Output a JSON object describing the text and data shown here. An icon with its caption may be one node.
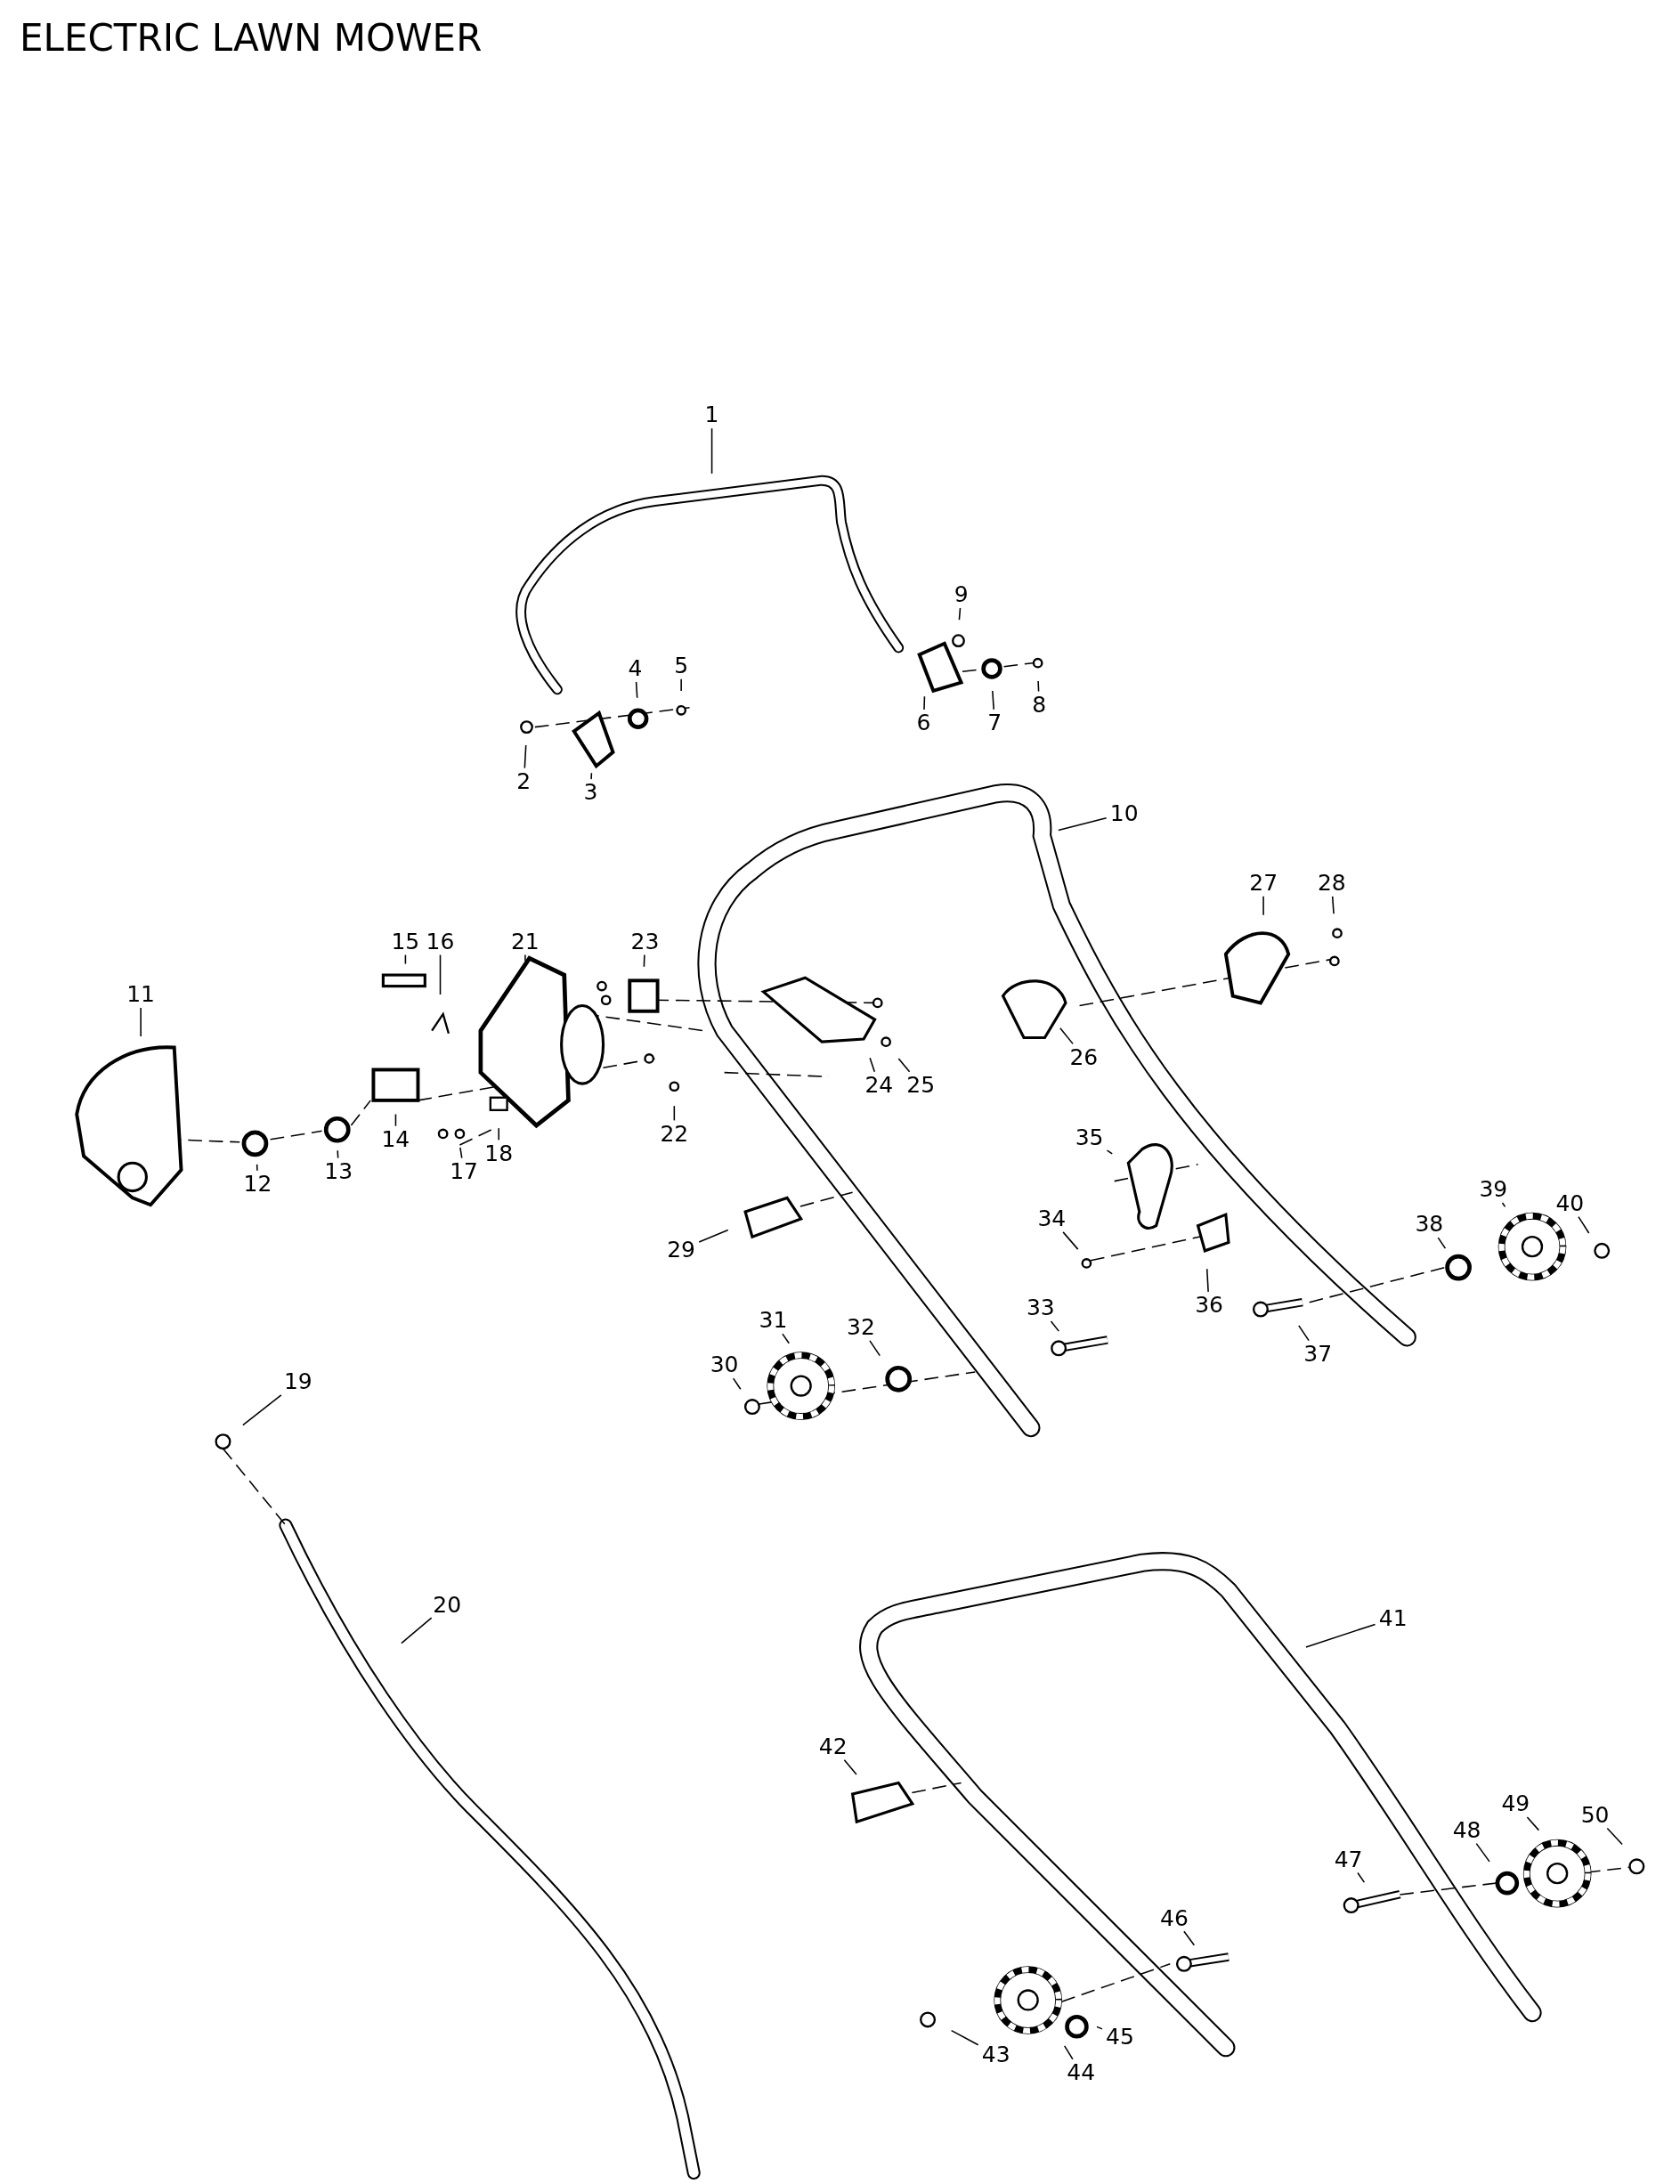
{
  "diagram": {
    "title": "ELECTRIC LAWN MOWER",
    "nodes": [
      {
        "text": [
          "1"
        ]
      },
      {
        "text": [
          "2"
        ]
      },
      {
        "text": [
          "3"
        ]
      },
      {
        "text": [
          "4"
        ]
      },
      {
        "text": [
          "5"
        ]
      },
      {
        "text": [
          "6"
        ]
      },
      {
        "text": [
          "7"
        ]
      },
      {
        "text": [
          "8"
        ]
      },
      {
        "text": [
          "9"
        ]
      },
      {
        "text": [
          "10"
        ]
      },
      {
        "text": [
          "11"
        ]
      },
      {
        "text": [
          "12"
        ]
      },
      {
        "text": [
          "13"
        ]
      },
      {
        "text": [
          "14"
        ]
      },
      {
        "text": [
          "15"
        ]
      },
      {
        "text": [
          "16"
        ]
      },
      {
        "text": [
          "17"
        ]
      },
      {
        "text": [
          "18"
        ]
      },
      {
        "text": [
          "19"
        ]
      },
      {
        "text": [
          "20"
        ]
      },
      {
        "text": [
          "21"
        ]
      },
      {
        "text": [
          "22"
        ]
      },
      {
        "text": [
          "23"
        ]
      },
      {
        "text": [
          "24"
        ]
      },
      {
        "text": [
          "25"
        ]
      },
      {
        "text": [
          "26"
        ]
      },
      {
        "text": [
          "27"
        ]
      },
      {
        "text": [
          "28"
        ]
      },
      {
        "text": [
          "29"
        ]
      },
      {
        "text": [
          "30"
        ]
      },
      {
        "text": [
          "31"
        ]
      },
      {
        "text": [
          "32"
        ]
      },
      {
        "text": [
          "33"
        ]
      },
      {
        "text": [
          "34"
        ]
      },
      {
        "text": [
          "35"
        ]
      },
      {
        "text": [
          "36"
        ]
      },
      {
        "text": [
          "37"
        ]
      },
      {
        "text": [
          "38"
        ]
      },
      {
        "text": [
          "39"
        ]
      },
      {
        "text": [
          "40"
        ]
      },
      {
        "text": [
          "41"
        ]
      },
      {
        "text": [
          "42"
        ]
      },
      {
        "text": [
          "43"
        ]
      },
      {
        "text": [
          "44"
        ]
      },
      {
        "text": [
          "45"
        ]
      },
      {
        "text": [
          "46"
        ]
      },
      {
        "text": [
          "47"
        ]
      },
      {
        "text": [
          "48"
        ]
      },
      {
        "text": [
          "49"
        ]
      },
      {
        "text": [
          "50"
        ]
      }
    ],
    "edges": [
      {
        "from": 0,
        "to": null,
        "arrow": "none"
      },
      {
        "from": 1,
        "to": null,
        "arrow": "none"
      },
      {
        "from": 2,
        "to": null,
        "arrow": "none"
      },
      {
        "from": 3,
        "to": null,
        "arrow": "none"
      },
      {
        "from": 4,
        "to": null,
        "arrow": "none"
      },
      {
        "from": 5,
        "to": null,
        "arrow": "none"
      },
      {
        "from": 6,
        "to": null,
        "arrow": "none"
      },
      {
        "from": 7,
        "to": null,
        "arrow": "none"
      },
      {
        "from": 8,
        "to": null,
        "arrow": "none"
      },
      {
        "from": 9,
        "to": null,
        "arrow": "none"
      },
      {
        "from": 10,
        "to": null,
        "arrow": "none"
      },
      {
        "from": 11,
        "to": null,
        "arrow": "none"
      },
      {
        "from": 12,
        "to": null,
        "arrow": "none"
      },
      {
        "from": 13,
        "to": null,
        "arrow": "none"
      },
      {
        "from": 14,
        "to": null,
        "arrow": "none"
      },
      {
        "from": 15,
        "to": null,
        "arrow": "none"
      },
      {
        "from": 16,
        "to": null,
        "arrow": "none"
      },
      {
        "from": 17,
        "to": null,
        "arrow": "none"
      },
      {
        "from": 18,
        "to": null,
        "arrow": "none"
      },
      {
        "from": 19,
        "to": null,
        "arrow": "none"
      },
      {
        "from": 20,
        "to": null,
        "arrow": "none"
      },
      {
        "from": 21,
        "to": null,
        "arrow": "none"
      },
      {
        "from": 22,
        "to": null,
        "arrow": "none"
      },
      {
        "from": 23,
        "to": null,
        "arrow": "none"
      },
      {
        "from": 24,
        "to": null,
        "arrow": "none"
      },
      {
        "from": 25,
        "to": null,
        "arrow": "none"
      },
      {
        "from": 26,
        "to": null,
        "arrow": "none"
      },
      {
        "from": 27,
        "to": null,
        "arrow": "none"
      },
      {
        "from": 28,
        "to": null,
        "arrow": "none"
      },
      {
        "from": 29,
        "to": null,
        "arrow": "none"
      },
      {
        "from": 30,
        "to": null,
        "arrow": "none"
      },
      {
        "from": 31,
        "to": null,
        "arrow": "none"
      },
      {
        "from": 32,
        "to": null,
        "arrow": "none"
      },
      {
        "from": 33,
        "to": null,
        "arrow": "none"
      },
      {
        "from": 34,
        "to": null,
        "arrow": "none"
      },
      {
        "from": 35,
        "to": null,
        "arrow": "none"
      },
      {
        "from": 36,
        "to": null,
        "arrow": "none"
      },
      {
        "from": 37,
        "to": null,
        "arrow": "none"
      },
      {
        "from": 38,
        "to": null,
        "arrow": "none"
      },
      {
        "from": 39,
        "to": null,
        "arrow": "none"
      },
      {
        "from": 40,
        "to": null,
        "arrow": "none"
      },
      {
        "from": 41,
        "to": null,
        "arrow": "none"
      },
      {
        "from": 42,
        "to": null,
        "arrow": "none"
      },
      {
        "from": 43,
        "to": null,
        "arrow": "none"
      },
      {
        "from": 44,
        "to": null,
        "arrow": "none"
      },
      {
        "from": 45,
        "to": null,
        "arrow": "none"
      },
      {
        "from": 46,
        "to": null,
        "arrow": "none"
      },
      {
        "from": 47,
        "to": null,
        "arrow": "none"
      },
      {
        "from": 48,
        "to": null,
        "arrow": "none"
      },
      {
        "from": 49,
        "to": null,
        "arrow": "none"
      }
    ]
  }
}
